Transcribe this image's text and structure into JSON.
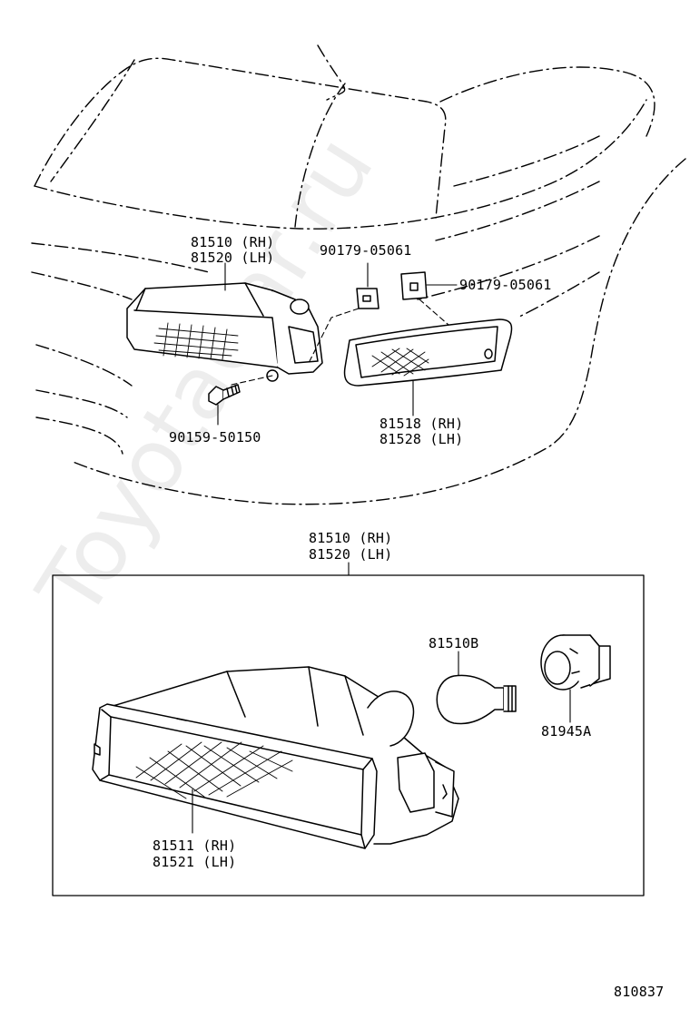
{
  "watermark": "ToyotaCar.ru",
  "figure_number": "810837",
  "top": {
    "lamp_assembly": {
      "rh": "81510 (RH)",
      "lh": "81520 (LH)"
    },
    "nut_left": "90179-05061",
    "nut_right": "90179-05061",
    "screw": "90159-50150",
    "side_lens": {
      "rh": "81518 (RH)",
      "lh": "81528 (LH)"
    }
  },
  "detail": {
    "assembly": {
      "rh": "81510 (RH)",
      "lh": "81520 (LH)"
    },
    "bulb": "81510B",
    "socket": "81945A",
    "lens": {
      "rh": "81511 (RH)",
      "lh": "81521 (LH)"
    }
  },
  "colors": {
    "line": "#000000",
    "background": "#ffffff"
  }
}
